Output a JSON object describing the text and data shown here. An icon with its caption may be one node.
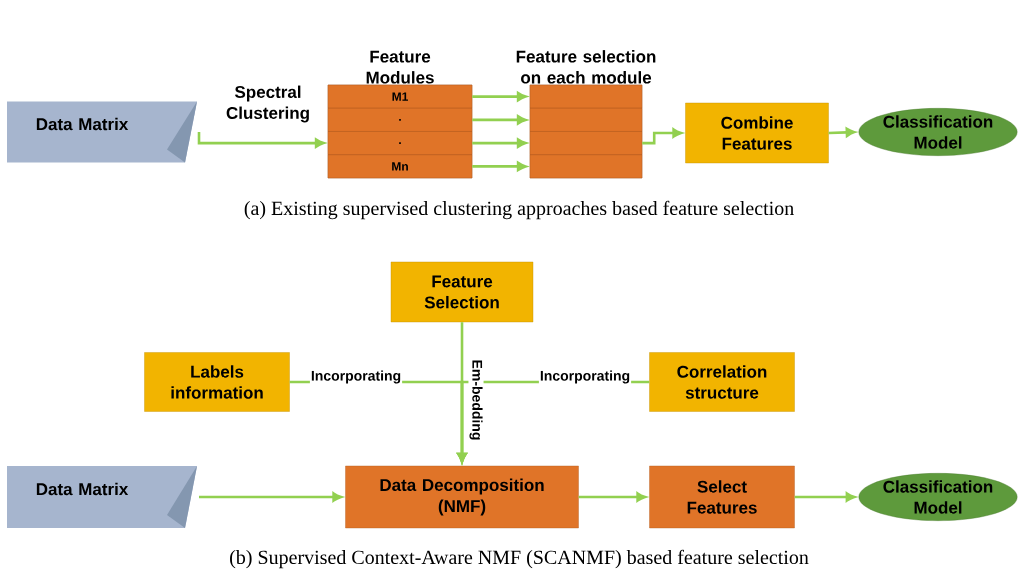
{
  "diagram": {
    "nodes": [
      {
        "text": [
          "Data Matrix"
        ]
      },
      {
        "text": [
          "Feature Modules"
        ]
      },
      {
        "text": [
          "M1"
        ],
        "in": 1
      },
      {
        "text": [
          "."
        ],
        "in": 1
      },
      {
        "text": [
          "."
        ],
        "in": 1
      },
      {
        "text": [
          "Mn"
        ],
        "in": 1
      },
      {
        "text": [
          "Feature selection on each module"
        ]
      },
      {
        "text": [],
        "shape": "box",
        "in": 6
      },
      {
        "text": [],
        "shape": "box",
        "in": 6
      },
      {
        "text": [],
        "shape": "box",
        "in": 6
      },
      {
        "text": [],
        "shape": "box",
        "in": 6
      },
      {
        "text": [
          "Combine Features"
        ]
      },
      {
        "text": [
          "Classification Model"
        ]
      },
      {
        "text": [
          "Feature Selection"
        ]
      },
      {
        "text": [
          "Labels information"
        ]
      },
      {
        "text": [
          "Correlation structure"
        ]
      },
      {
        "text": [
          "Data Matrix"
        ]
      },
      {
        "text": [
          "Data Decomposition (NMF)"
        ]
      },
      {
        "text": [
          "Select Features"
        ]
      },
      {
        "text": [
          "Classification Model"
        ]
      }
    ],
    "edges": [
      {
        "from": 0,
        "to": 4,
        "arrow": "to",
        "label": "Spectral Clustering"
      },
      {
        "from": 2,
        "to": 7,
        "arrow": "to"
      },
      {
        "from": 3,
        "to": 8,
        "arrow": "to"
      },
      {
        "from": 4,
        "to": 9,
        "arrow": "to"
      },
      {
        "from": 5,
        "to": 10,
        "arrow": "to"
      },
      {
        "from": 9,
        "to": 11,
        "arrow": "to"
      },
      {
        "from": 11,
        "to": 12,
        "arrow": "to"
      },
      {
        "from": 13,
        "to": 17,
        "arrow": "to",
        "label": "Em-bedding"
      },
      {
        "from": 14,
        "to": 17,
        "arrow": "to",
        "label": "Incorporating"
      },
      {
        "from": 15,
        "to": 17,
        "arrow": "to",
        "label": "Incorporating"
      },
      {
        "from": 16,
        "to": 17,
        "arrow": "to"
      },
      {
        "from": 17,
        "to": 18,
        "arrow": "to"
      },
      {
        "from": 18,
        "to": 19,
        "arrow": "to"
      }
    ],
    "labels": [
      "(a) Existing supervised clustering approaches based feature selection",
      "(b) Supervised Context-Aware NMF (SCANMF) based feature selection"
    ]
  }
}
